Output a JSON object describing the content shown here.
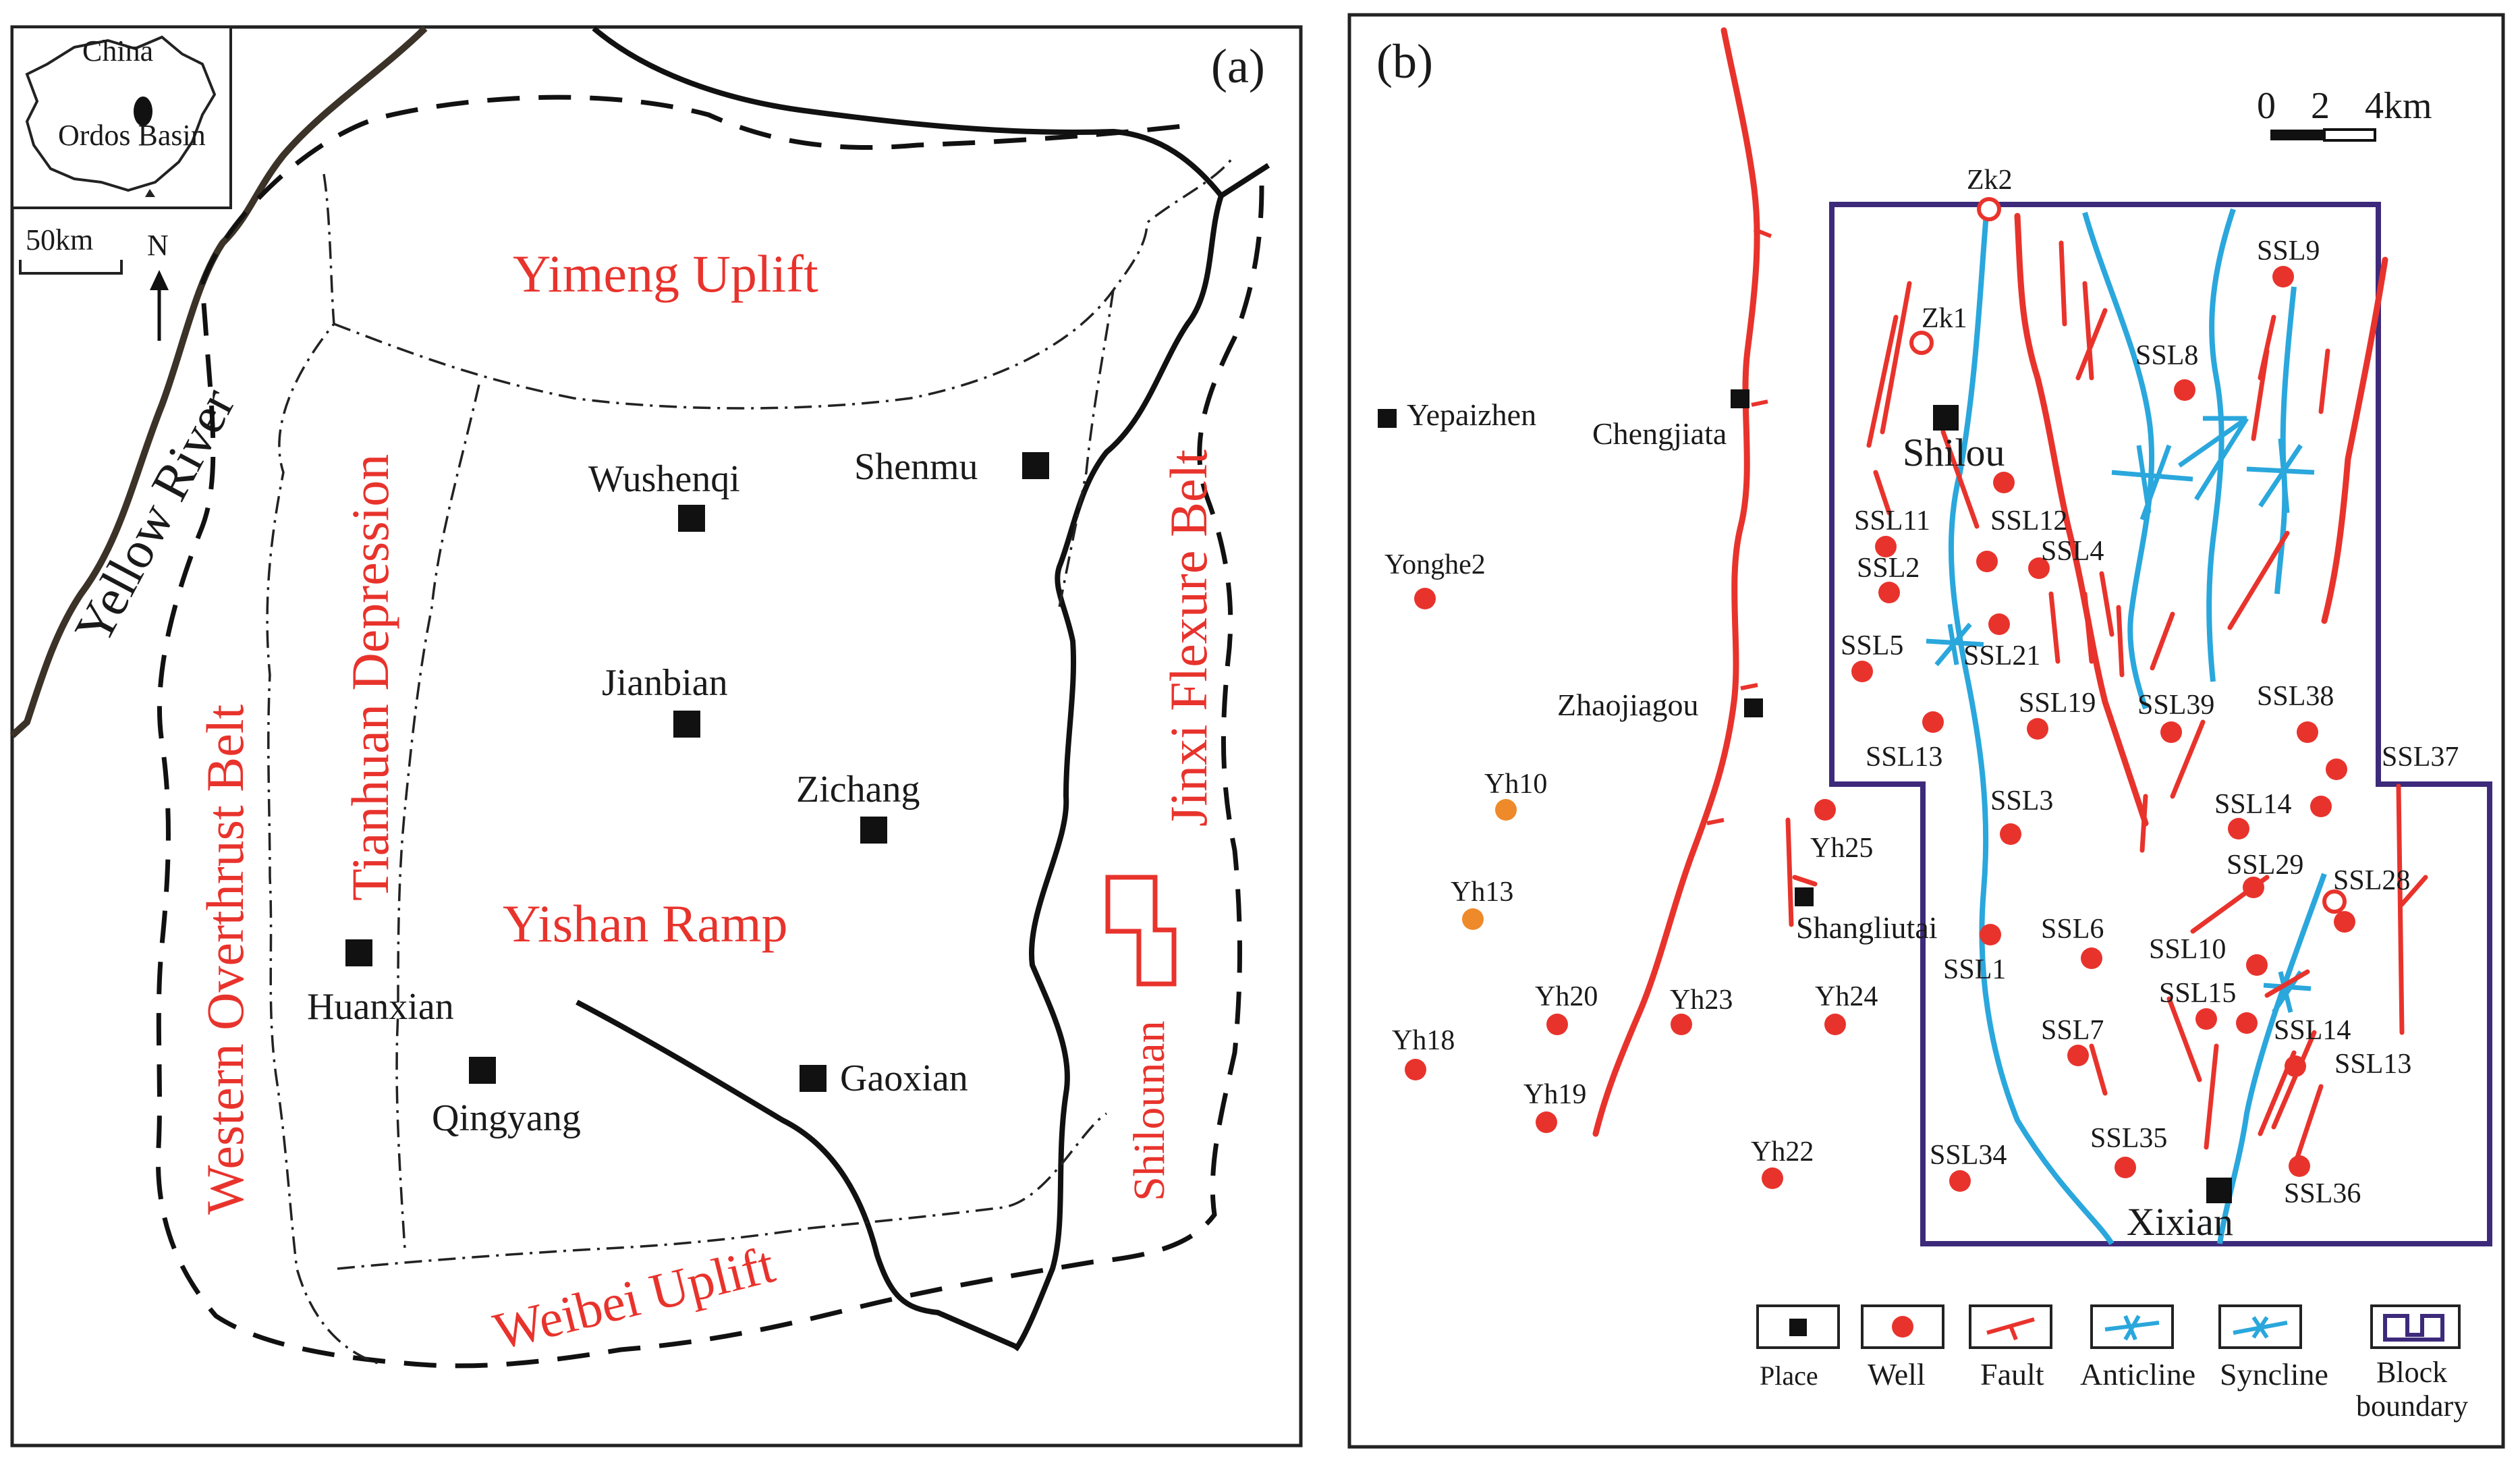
{
  "panel_a": {
    "label": "(a)",
    "inset": {
      "country": "China",
      "basin": "Ordos Basin"
    },
    "scale": "50km",
    "north": "N",
    "river": "Yellow River",
    "regions": [
      "Yimeng Uplift",
      "Tianhuan Depression",
      "Western Overthrust Belt",
      "Jinxi Flexure Belt",
      "Yishan Ramp",
      "Weibei Uplift",
      "Shilounan"
    ],
    "places": [
      "Wushenqi",
      "Shenmu",
      "Jianbian",
      "Zichang",
      "Huanxian",
      "Qingyang",
      "Gaoxian"
    ]
  },
  "panel_b": {
    "label": "(b)",
    "scale": {
      "ticks": [
        "0",
        "2",
        "4km"
      ]
    },
    "places": [
      "Yepaizhen",
      "Chengjiata",
      "Shilou",
      "Zhaojiagou",
      "Shangliutai",
      "Xixian"
    ],
    "wells_red": [
      "SSL9",
      "SSL8",
      "SSL11",
      "SSL12",
      "SSL2",
      "SSL4",
      "SSL5",
      "SSL21",
      "SSL19",
      "SSL39",
      "SSL38",
      "SSL13",
      "SSL37",
      "SSL3",
      "SSL14",
      "SSL29",
      "SSL6",
      "SSL1",
      "SSL10",
      "SSL15",
      "SSL14",
      "SSL7",
      "SSL13",
      "SSL35",
      "SSL34",
      "SSL36",
      "Yonghe2",
      "Yh25",
      "Yh20",
      "Yh23",
      "Yh24",
      "Yh18",
      "Yh19",
      "Yh22"
    ],
    "wells_orange": [
      "Yh10",
      "Yh13"
    ],
    "wells_open": [
      "Zk2",
      "Zk1",
      "SSL28"
    ],
    "legend": [
      "Place",
      "Well",
      "Fault",
      "Anticline",
      "Syncline",
      "Block boundary"
    ]
  },
  "colors": {
    "red": "#e8332c",
    "blue": "#2aa7dc",
    "navy": "#3d2a7a",
    "orange": "#ee8a2a",
    "black": "#1a1a1a"
  }
}
